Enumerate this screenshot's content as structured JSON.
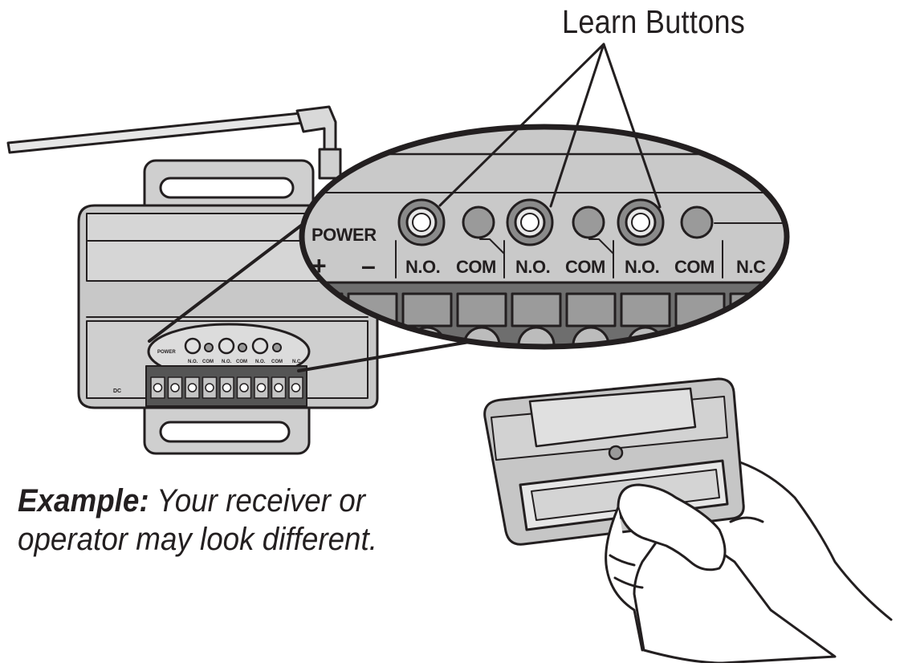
{
  "callout": {
    "title": "Learn Buttons"
  },
  "zoom": {
    "power_label": "POWER",
    "plus": "+",
    "minus": "–",
    "terminals": [
      "N.O.",
      "COM",
      "N.O.",
      "COM",
      "N.O.",
      "COM",
      "N.C"
    ]
  },
  "receiver": {
    "power_label": "POWER",
    "terminals": [
      "N.O.",
      "COM",
      "N.O.",
      "COM",
      "N.O.",
      "COM",
      "N.C"
    ],
    "dc_label": "DC"
  },
  "caption": {
    "bold": "Example:",
    "text": " Your receiver or operator may look different."
  },
  "colors": {
    "line": "#231f20",
    "panel": "#c9c9c9",
    "panel_dark": "#9a9a9a",
    "terminal": "#7a7a7a"
  }
}
